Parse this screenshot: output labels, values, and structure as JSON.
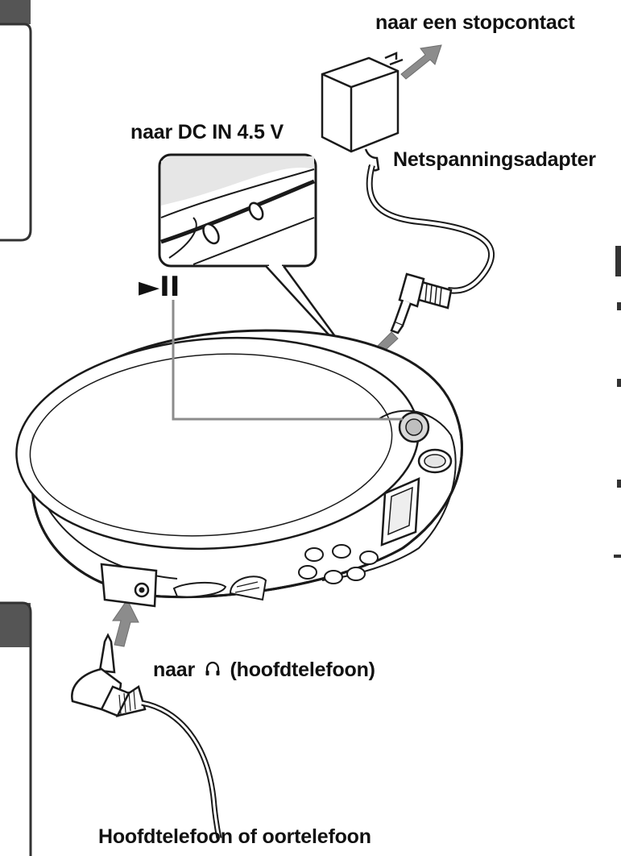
{
  "labels": {
    "outlet": "naar een stopcontact",
    "dc_in": "naar DC IN 4.5 V",
    "adapter": "Netspanningsadapter",
    "play_pause": "►II",
    "headphones_prefix": "naar",
    "headphones_suffix": "(hoofdtelefoon)",
    "headphones_device": "Hoofdtelefoon of oortelefoon"
  },
  "icons": {
    "headphones": "headphones-icon",
    "arrow": "arrow-icon"
  },
  "colors": {
    "line": "#1a1a1a",
    "arrow_fill": "#8c8c8c",
    "panel_fill": "#e6e6e6",
    "tab_fill": "#555555"
  }
}
